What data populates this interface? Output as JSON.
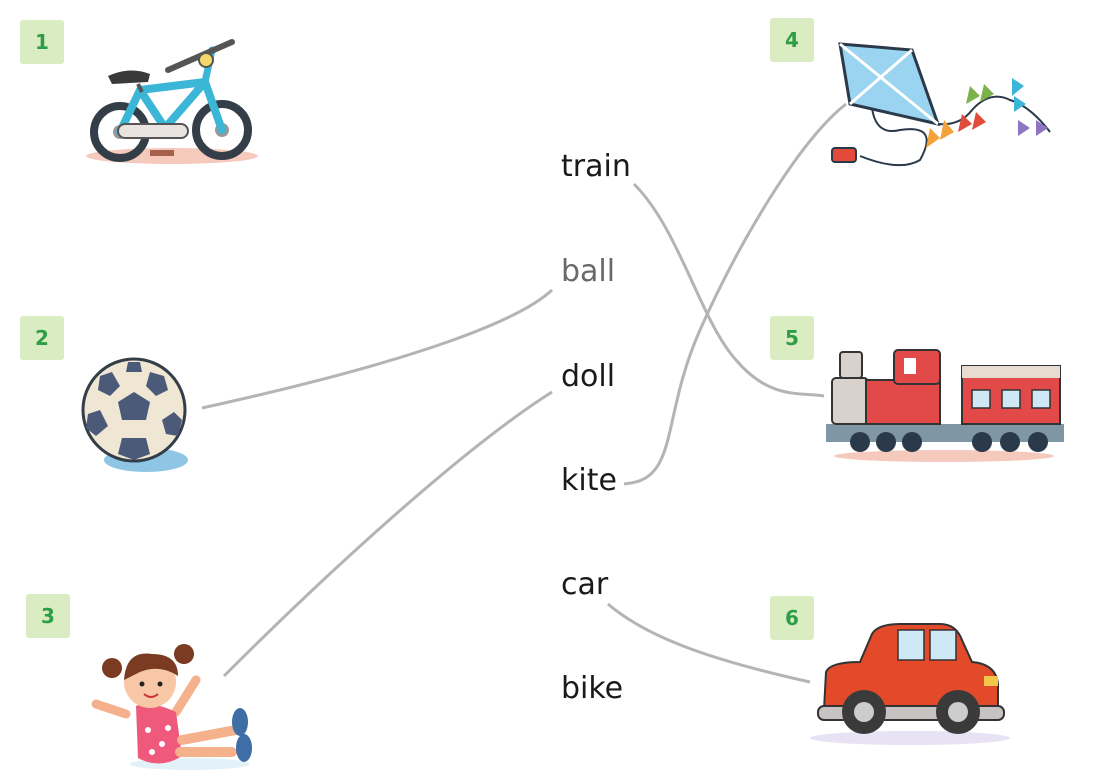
{
  "numbers": [
    "1",
    "2",
    "3",
    "4",
    "5",
    "6"
  ],
  "words": [
    "train",
    "ball",
    "doll",
    "kite",
    "car",
    "bike"
  ],
  "pictures": [
    "bike-icon",
    "ball-icon",
    "doll-icon",
    "kite-icon",
    "train-icon",
    "car-icon"
  ],
  "colors": {
    "badge_bg": "#d9ecc2",
    "badge_text": "#2e9e46",
    "line": "#b4b4b4"
  }
}
